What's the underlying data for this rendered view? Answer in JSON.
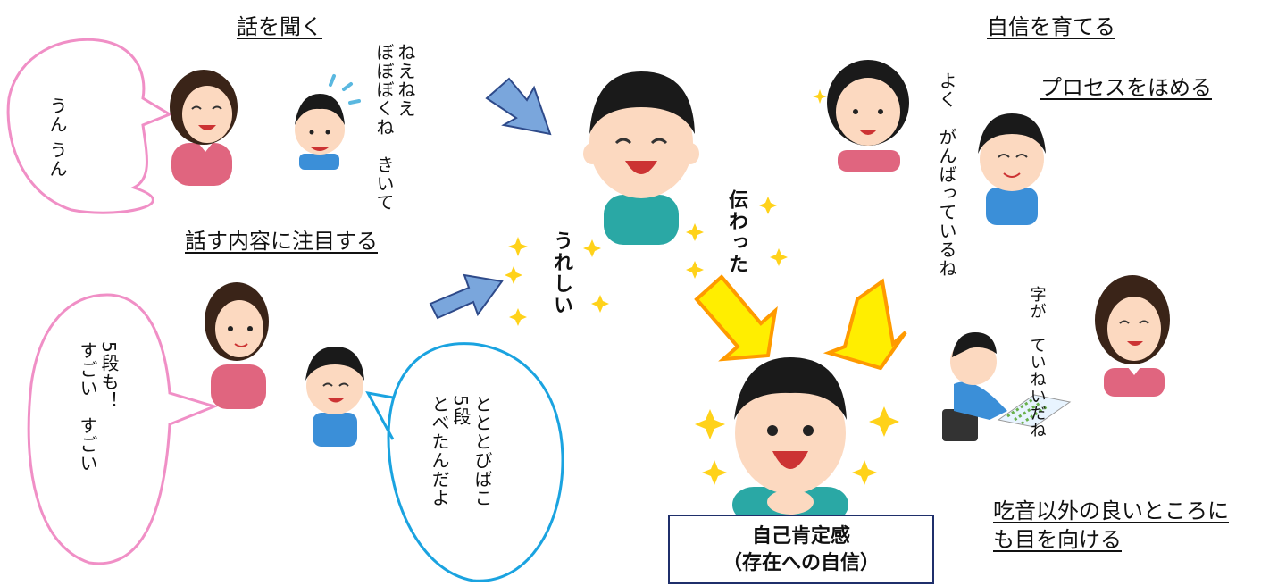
{
  "headings": {
    "listen": "話を聞く",
    "confidence": "自信を育てる",
    "focus": "話す内容に注目する",
    "praise_process": "プロセスをほめる",
    "other_strengths_1": "吃音以外の良いところに",
    "other_strengths_2": "も目を向ける"
  },
  "speech": {
    "mom_uun": "うん\nうん",
    "boy_stutter": "ねえねえ\nぼぼぼくね　きいて",
    "happy_ureshii": "うれしい",
    "tsutawatta": "伝わった",
    "mom_praise": "5段も！\nすごい　すごい",
    "boy_jump": "とととびばこ\n5段\nとべたんだよ",
    "mom_ganbatte": "よく　がんばっているね",
    "mom_teinei": "字が　ていねいだね"
  },
  "result_box": {
    "line1": "自己肯定感",
    "line2": "（存在への自信）"
  },
  "colors": {
    "pink_bubble": "#f08fc6",
    "blue_bubble": "#1aa3e0",
    "blue_arrow": "#7aa6dc",
    "yellow_arrow": "#ffee00",
    "orange_border": "#ff9a00",
    "box_border": "#1f2f6b"
  }
}
